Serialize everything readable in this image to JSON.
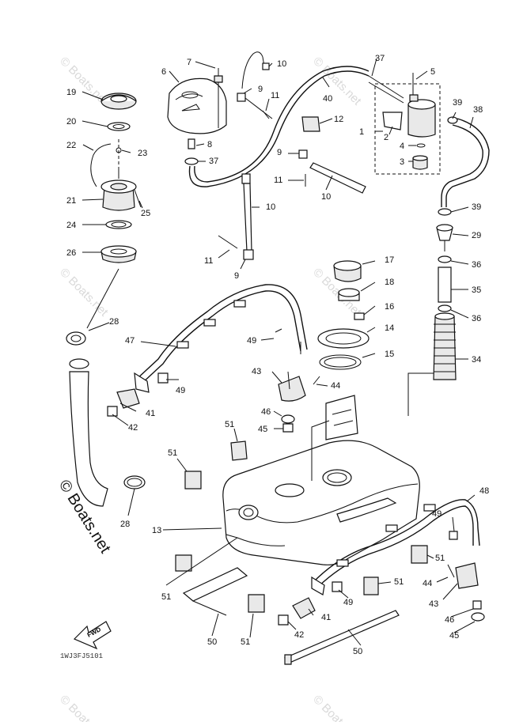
{
  "watermark": "© Boats.net",
  "fwd_label": "FWD",
  "drawing_code": "1WJ3FJ5101",
  "labels": [
    "1",
    "2",
    "3",
    "4",
    "5",
    "6",
    "7",
    "8",
    "9",
    "10",
    "11",
    "12",
    "13",
    "14",
    "15",
    "16",
    "17",
    "18",
    "19",
    "20",
    "21",
    "22",
    "23",
    "24",
    "25",
    "26",
    "28",
    "29",
    "34",
    "35",
    "36",
    "37",
    "38",
    "39",
    "40",
    "41",
    "42",
    "43",
    "44",
    "45",
    "46",
    "47",
    "48",
    "49",
    "50",
    "51"
  ]
}
